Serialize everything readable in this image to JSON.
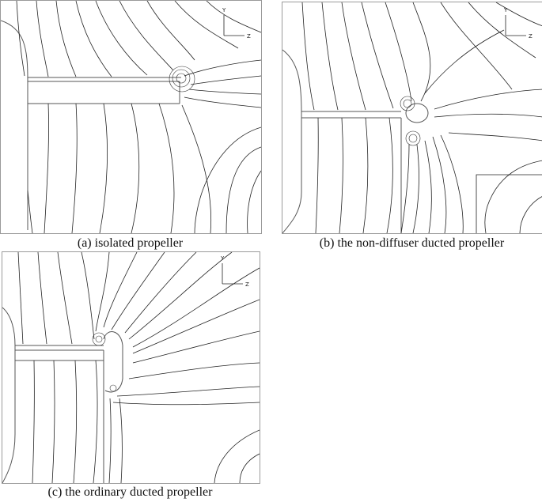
{
  "panels": [
    {
      "id": "a",
      "caption": "(a) isolated propeller",
      "axis_y": "Y",
      "axis_z": "Z"
    },
    {
      "id": "b",
      "caption": "(b) the non-diffuser ducted propeller",
      "axis_y": "Y",
      "axis_z": "Z"
    },
    {
      "id": "c",
      "caption": "(c) the ordinary ducted propeller",
      "axis_y": "Y",
      "axis_z": "Z"
    }
  ]
}
